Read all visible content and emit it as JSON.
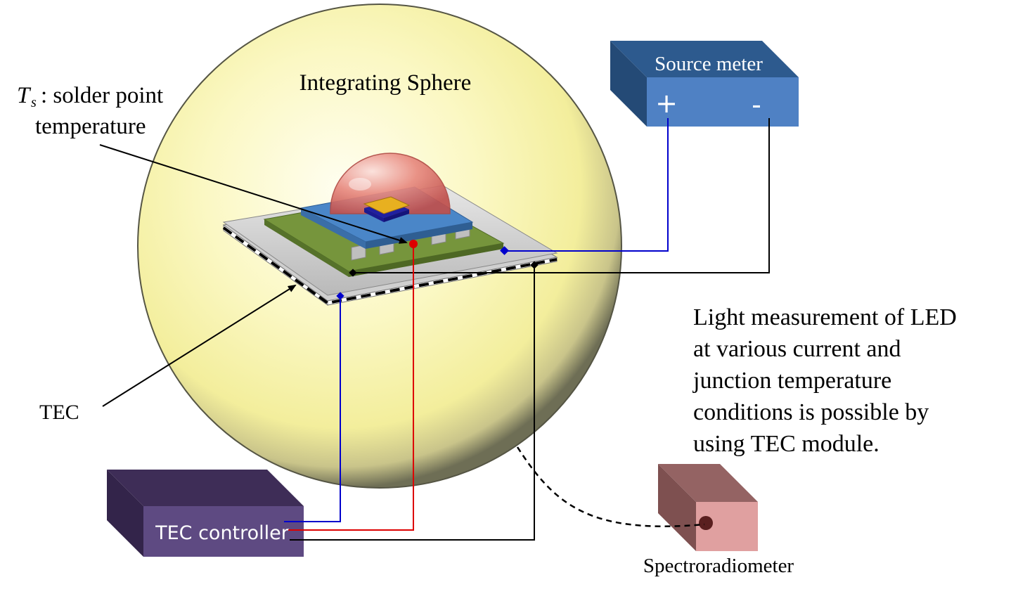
{
  "labels": {
    "sphere": "Integrating Sphere",
    "ts_symbol": "T",
    "ts_subscript": "s",
    "ts_text": ": solder point",
    "ts_text_line2": "temperature",
    "tec": "TEC",
    "source_meter": "Source meter",
    "source_plus": "+",
    "source_minus": "-",
    "tec_controller": "TEC controller",
    "spectroradiometer": "Spectroradiometer"
  },
  "description_lines": [
    "Light measurement of LED",
    "at various current and",
    "junction temperature",
    "conditions is possible by",
    "using TEC module."
  ],
  "colors": {
    "sphere_core": "#fffce0",
    "sphere_mid": "#f8f4a8",
    "sphere_edge": "#8a8a5a",
    "source_meter_front": "#4f81c4",
    "source_meter_top": "#2d5a8e",
    "tec_controller_front": "#5e4a82",
    "tec_controller_top": "#3e2d57",
    "spectro_front": "#e0a0a0",
    "spectro_top": "#946363",
    "pcb_green": "#76953c",
    "led_blue": "#4a86c8",
    "dome_red": "#e06666",
    "wire_blue": "#0000cc",
    "wire_red": "#dd0000",
    "wire_black": "#000000"
  }
}
